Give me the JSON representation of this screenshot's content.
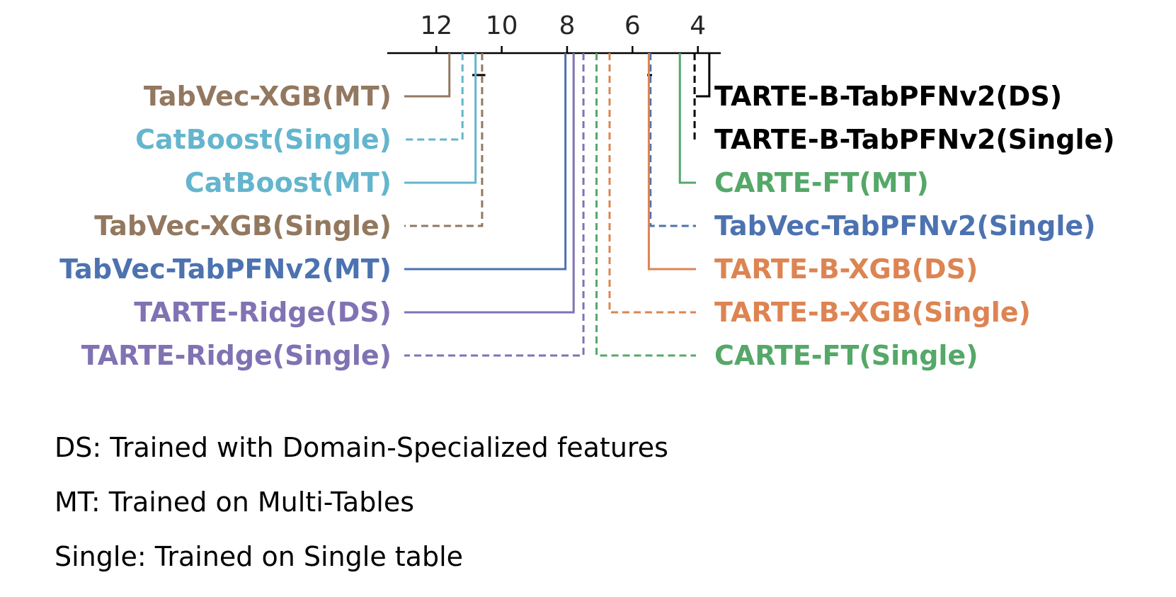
{
  "chart_data": {
    "type": "critical-difference",
    "axis": {
      "min": 3.3,
      "max": 13.5,
      "ticks": [
        12,
        10,
        8,
        6,
        4
      ],
      "reversed": true
    },
    "colors": {
      "brown": "#937860",
      "cyan": "#64b5cd",
      "blue": "#4c72b0",
      "purple": "#8172b3",
      "green": "#55a868",
      "orange": "#dd8452",
      "black": "#000000"
    },
    "left_methods": [
      {
        "name": "TabVec-XGB(MT)",
        "rank": 11.6,
        "color": "#937860",
        "dashed": false
      },
      {
        "name": "CatBoost(Single)",
        "rank": 11.2,
        "color": "#64b5cd",
        "dashed": true
      },
      {
        "name": "CatBoost(MT)",
        "rank": 10.8,
        "color": "#64b5cd",
        "dashed": false
      },
      {
        "name": "TabVec-XGB(Single)",
        "rank": 10.6,
        "color": "#937860",
        "dashed": true
      },
      {
        "name": "TabVec-TabPFNv2(MT)",
        "rank": 8.05,
        "color": "#4c72b0",
        "dashed": false
      },
      {
        "name": "TARTE-Ridge(DS)",
        "rank": 7.8,
        "color": "#8172b3",
        "dashed": false
      },
      {
        "name": "TARTE-Ridge(Single)",
        "rank": 7.5,
        "color": "#8172b3",
        "dashed": true
      }
    ],
    "right_methods": [
      {
        "name": "TARTE-B-TabPFNv2(DS)",
        "rank": 3.65,
        "color": "#000000",
        "dashed": false
      },
      {
        "name": "TARTE-B-TabPFNv2(Single)",
        "rank": 4.1,
        "color": "#000000",
        "dashed": true
      },
      {
        "name": "CARTE-FT(MT)",
        "rank": 4.55,
        "color": "#55a868",
        "dashed": false
      },
      {
        "name": "TabVec-TabPFNv2(Single)",
        "rank": 5.45,
        "color": "#4c72b0",
        "dashed": true
      },
      {
        "name": "TARTE-B-XGB(DS)",
        "rank": 5.5,
        "color": "#dd8452",
        "dashed": false
      },
      {
        "name": "TARTE-B-XGB(Single)",
        "rank": 6.7,
        "color": "#dd8452",
        "dashed": true
      },
      {
        "name": "CARTE-FT(Single)",
        "rank": 7.1,
        "color": "#55a868",
        "dashed": true
      }
    ],
    "cliques": [
      {
        "from": 10.9,
        "to": 10.5,
        "dashed": false
      },
      {
        "from": 5.55,
        "to": 5.4,
        "dashed": false
      }
    ]
  },
  "legend": {
    "ds": "DS: Trained with Domain-Specialized features",
    "mt": "MT: Trained on Multi-Tables",
    "single": "Single: Trained on Single table"
  }
}
